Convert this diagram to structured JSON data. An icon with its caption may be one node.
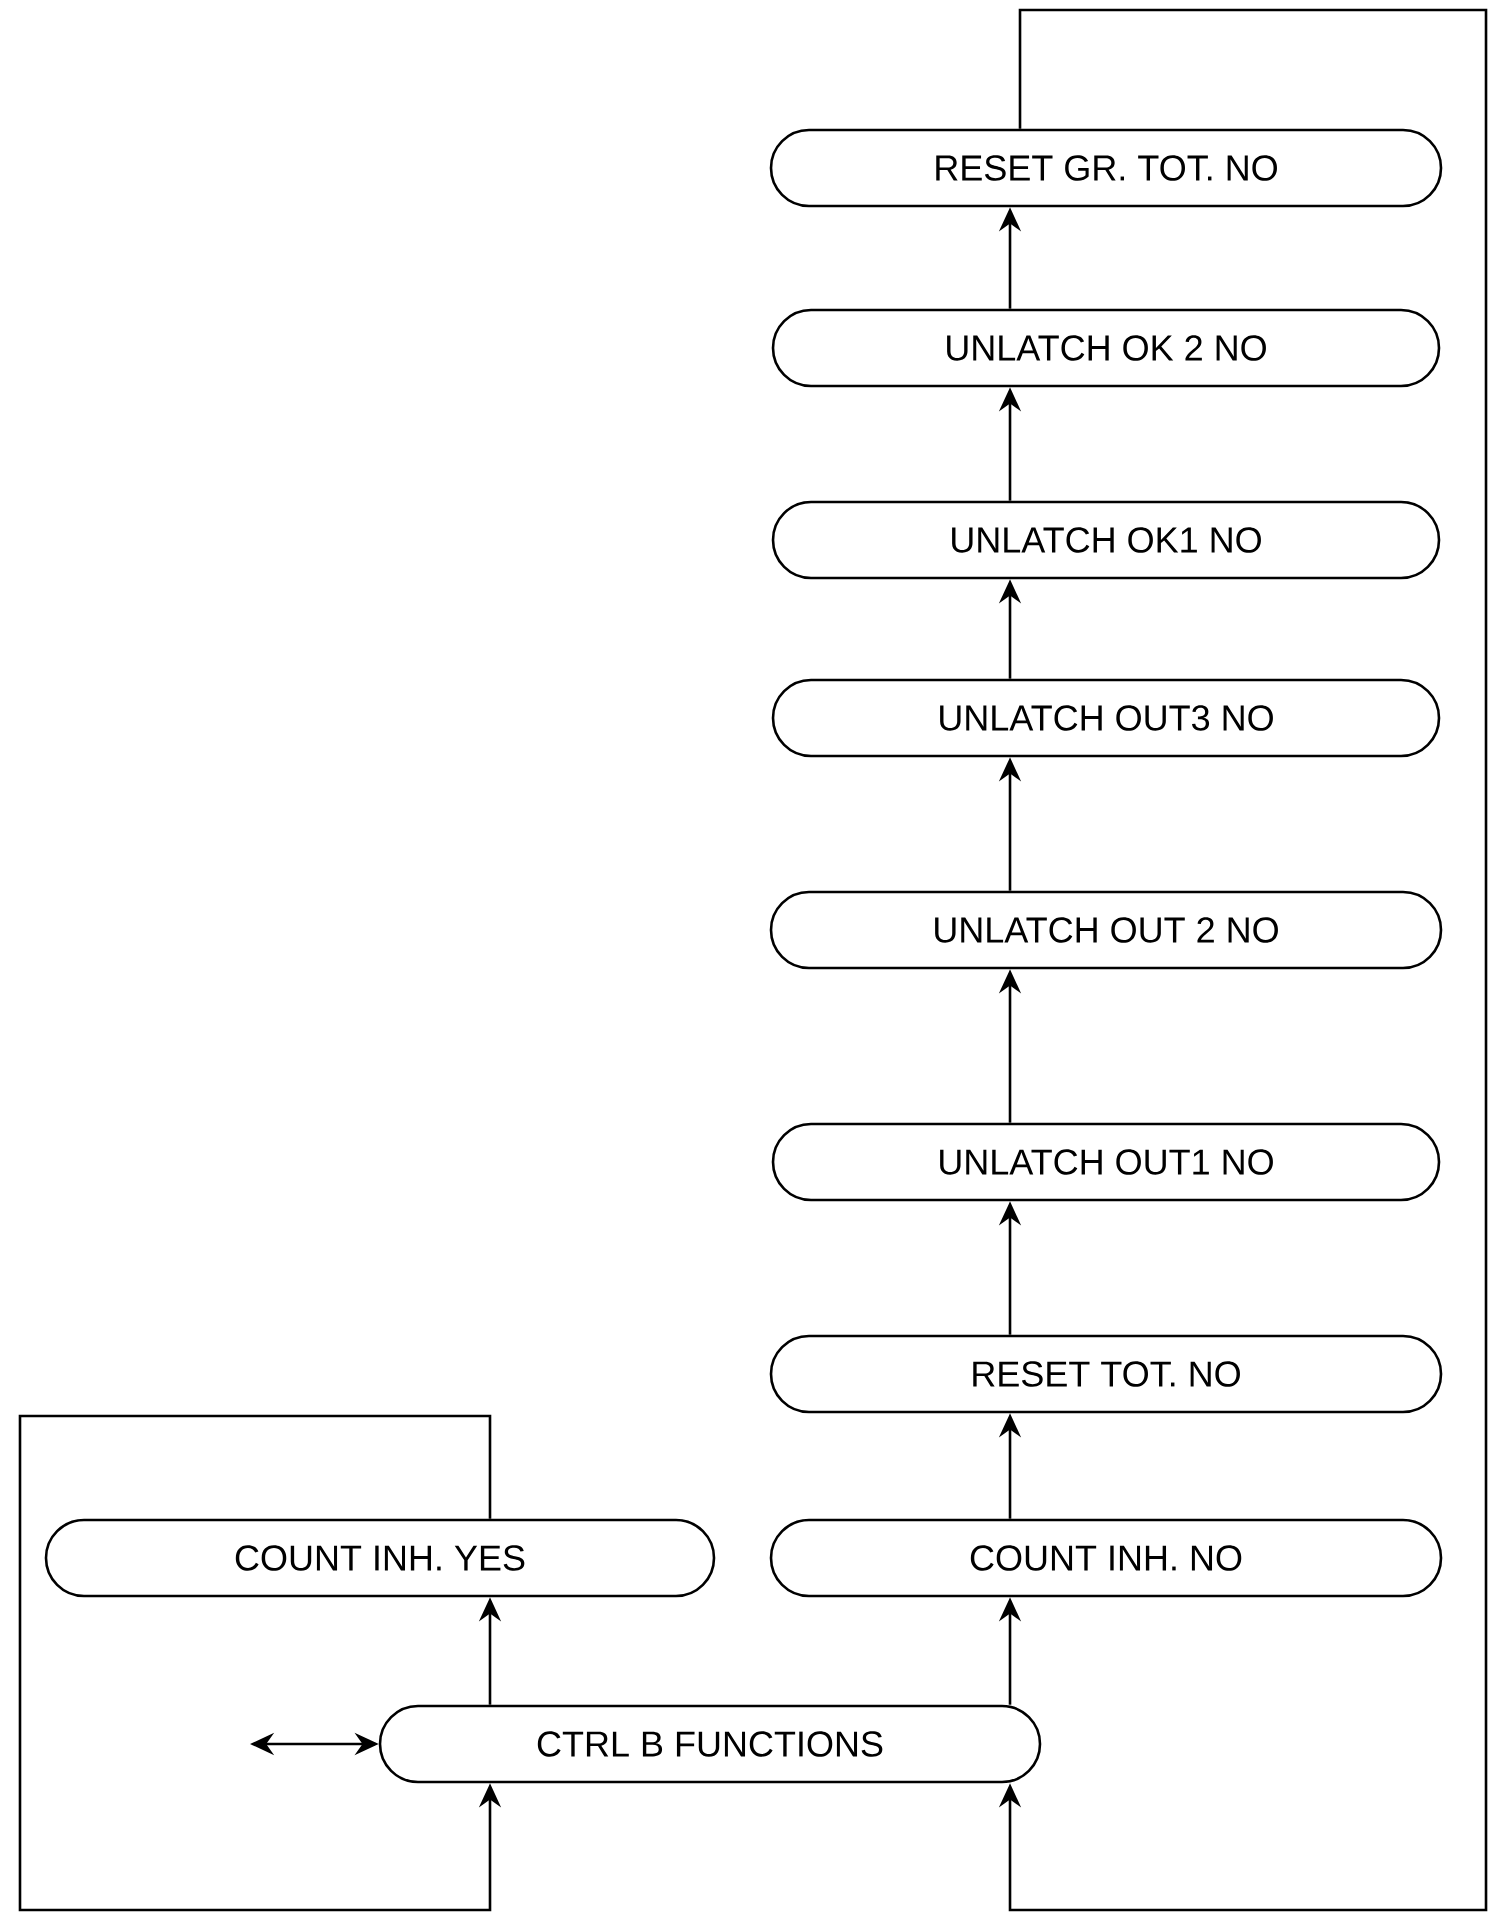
{
  "diagram": {
    "nodes": [
      {
        "text": [
          "RESET GR. TOT. NO"
        ]
      },
      {
        "text": [
          "UNLATCH OK 2 NO"
        ]
      },
      {
        "text": [
          "UNLATCH OK1 NO"
        ]
      },
      {
        "text": [
          "UNLATCH OUT3 NO"
        ]
      },
      {
        "text": [
          "UNLATCH OUT 2 NO"
        ]
      },
      {
        "text": [
          "UNLATCH OUT1 NO"
        ]
      },
      {
        "text": [
          "RESET TOT. NO"
        ]
      },
      {
        "text": [
          "COUNT INH. YES"
        ]
      },
      {
        "text": [
          "COUNT INH. NO"
        ]
      },
      {
        "text": [
          "CTRL B FUNCTIONS"
        ]
      }
    ],
    "edges": [
      {
        "from": 9,
        "to": 7,
        "arrow": "to"
      },
      {
        "from": 9,
        "to": 8,
        "arrow": "to"
      },
      {
        "from": 8,
        "to": 6,
        "arrow": "to"
      },
      {
        "from": 6,
        "to": 5,
        "arrow": "to"
      },
      {
        "from": 5,
        "to": 4,
        "arrow": "to"
      },
      {
        "from": 4,
        "to": 3,
        "arrow": "to"
      },
      {
        "from": 3,
        "to": 2,
        "arrow": "to"
      },
      {
        "from": 2,
        "to": 1,
        "arrow": "to"
      },
      {
        "from": 1,
        "to": 0,
        "arrow": "to"
      },
      {
        "from": 0,
        "to": 9,
        "arrow": "to"
      },
      {
        "from": 7,
        "to": 9,
        "arrow": "to"
      },
      {
        "from": null,
        "to": 9,
        "arrow": "both"
      }
    ]
  }
}
